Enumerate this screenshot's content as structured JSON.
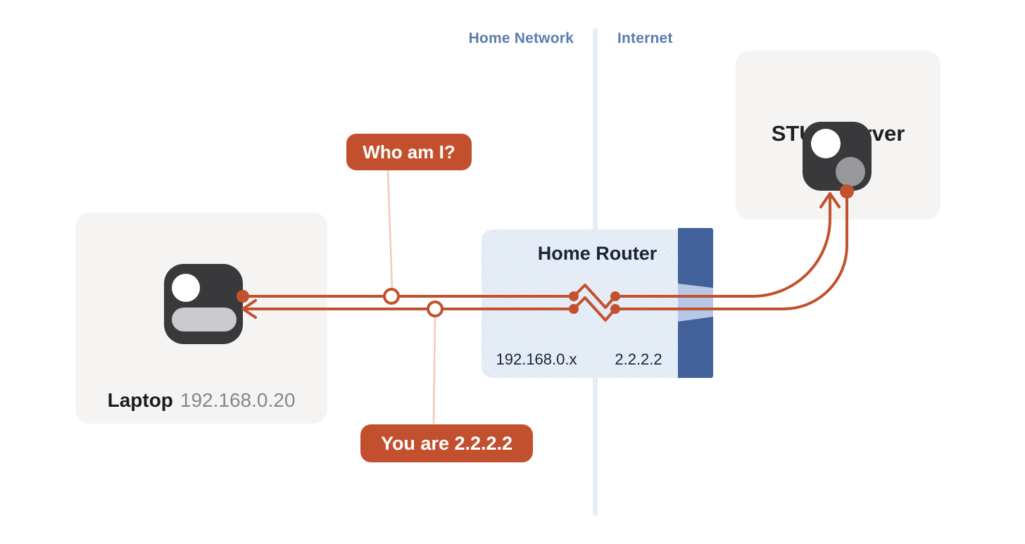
{
  "zones": {
    "left_label": "Home Network",
    "right_label": "Internet"
  },
  "nodes": {
    "stun": {
      "title": "STUN Server"
    },
    "laptop": {
      "title": "Laptop",
      "ip": "192.168.0.20"
    },
    "router": {
      "title": "Home Router",
      "lan_ip": "192.168.0.x",
      "wan_ip": "2.2.2.2"
    }
  },
  "messages": {
    "request": "Who am I?",
    "response": "You are 2.2.2.2"
  },
  "colors": {
    "accent_orange": "#c2512d",
    "badge_background": "#c2502e",
    "leader_line": "#f4c9b9",
    "zone_label": "#5b7cae",
    "navy_text": "#1d2435",
    "node_box": "#f5f4f2",
    "icon_dark": "#39393b",
    "router_panel": "#dde7f3",
    "router_bar": "#42619b",
    "router_wedge": "#b7c8e7",
    "divider": "#e6edf6"
  }
}
